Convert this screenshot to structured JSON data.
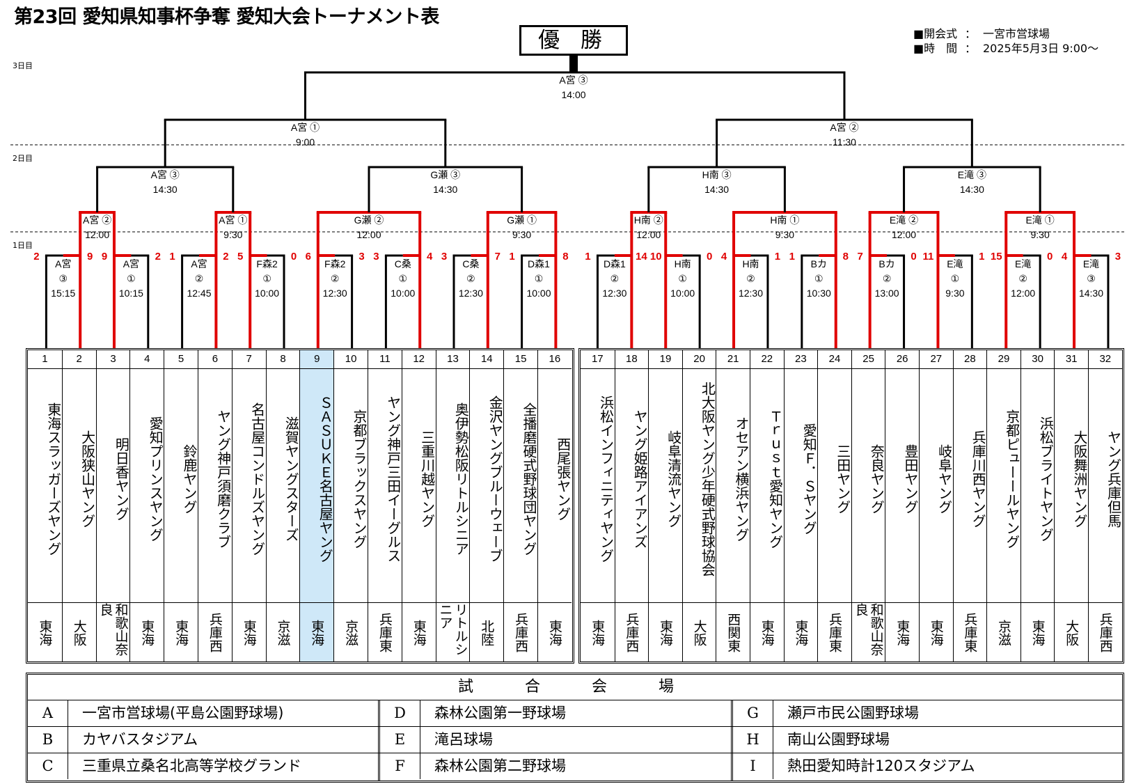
{
  "title": "第23回 愛知県知事杯争奪 愛知大会トーナメント表",
  "champion_label": "優 勝",
  "info": [
    {
      "key": "■開会式",
      "colon": "：",
      "value": "一宮市営球場"
    },
    {
      "key": "■時　間",
      "colon": "：",
      "value": "2025年5月3日 9:00～"
    }
  ],
  "days": {
    "day3": "3日目",
    "day2": "2日目",
    "day1": "1日目"
  },
  "final": {
    "venue": "A宮 ③",
    "time": "14:00"
  },
  "semis": [
    {
      "venue": "A宮 ①",
      "time": "9:00"
    },
    {
      "venue": "A宮 ②",
      "time": "11:30"
    }
  ],
  "quarters": [
    {
      "venue": "A宮 ③",
      "time": "14:30"
    },
    {
      "venue": "G瀬 ③",
      "time": "14:30"
    },
    {
      "venue": "H南 ③",
      "time": "14:30"
    },
    {
      "venue": "E滝 ③",
      "time": "14:30"
    }
  ],
  "round16": [
    {
      "venue": "A宮 ②",
      "time": "12:00"
    },
    {
      "venue": "A宮 ①",
      "time": "9:30"
    },
    {
      "venue": "G瀬 ②",
      "time": "12:00"
    },
    {
      "venue": "G瀬 ①",
      "time": "9:30"
    },
    {
      "venue": "H南 ②",
      "time": "12:00"
    },
    {
      "venue": "H南 ①",
      "time": "9:30"
    },
    {
      "venue": "E滝 ②",
      "time": "12:00"
    },
    {
      "venue": "E滝 ①",
      "time": "9:30"
    }
  ],
  "round1": [
    {
      "venue": "A宮",
      "court": "③",
      "time": "15:15",
      "score_left": "2",
      "score_right": "9",
      "winner": "right"
    },
    {
      "venue": "A宮",
      "court": "①",
      "time": "10:15",
      "score_left": "9",
      "score_right": "2",
      "winner": "left"
    },
    {
      "venue": "A宮",
      "court": "②",
      "time": "12:45",
      "score_left": "1",
      "score_right": "2",
      "winner": "right"
    },
    {
      "venue": "F森2",
      "court": "①",
      "time": "10:00",
      "score_left": "5",
      "score_right": "0",
      "winner": "left"
    },
    {
      "venue": "F森2",
      "court": "②",
      "time": "12:30",
      "score_left": "6",
      "score_right": "3",
      "winner": "left"
    },
    {
      "venue": "C桑",
      "court": "①",
      "time": "10:00",
      "score_left": "3",
      "score_right": "4",
      "winner": "right"
    },
    {
      "venue": "C桑",
      "court": "②",
      "time": "12:30",
      "score_left": "3",
      "score_right": "7",
      "winner": "right"
    },
    {
      "venue": "D森1",
      "court": "①",
      "time": "10:00",
      "score_left": "1",
      "score_right": "8",
      "winner": "right"
    },
    {
      "venue": "D森1",
      "court": "②",
      "time": "12:30",
      "score_left": "1",
      "score_right": "14",
      "winner": "right"
    },
    {
      "venue": "H南",
      "court": "①",
      "time": "10:00",
      "score_left": "10",
      "score_right": "0",
      "winner": "left"
    },
    {
      "venue": "H南",
      "court": "②",
      "time": "12:30",
      "score_left": "4",
      "score_right": "1",
      "winner": "left"
    },
    {
      "venue": "Bカ",
      "court": "①",
      "time": "10:30",
      "score_left": "1",
      "score_right": "8",
      "winner": "right"
    },
    {
      "venue": "Bカ",
      "court": "②",
      "time": "13:00",
      "score_left": "7",
      "score_right": "0",
      "winner": "left"
    },
    {
      "venue": "E滝",
      "court": "①",
      "time": "9:30",
      "score_left": "11",
      "score_right": "1",
      "winner": "left"
    },
    {
      "venue": "E滝",
      "court": "②",
      "time": "12:00",
      "score_left": "15",
      "score_right": "0",
      "winner": "left"
    },
    {
      "venue": "E滝",
      "court": "③",
      "time": "14:30",
      "score_left": "4",
      "score_right": "3",
      "winner": "left"
    }
  ],
  "round16_winners": [
    "right",
    "left",
    "left",
    "right",
    "left",
    "left",
    "left",
    "left"
  ],
  "teams": [
    {
      "no": "1",
      "name": "東海スラッガーズヤング",
      "region": "東海"
    },
    {
      "no": "2",
      "name": "大阪狭山ヤング",
      "region": "大阪"
    },
    {
      "no": "3",
      "name": "明日香ヤング",
      "region": "和歌山奈良"
    },
    {
      "no": "4",
      "name": "愛知プリンスヤング",
      "region": "東海"
    },
    {
      "no": "5",
      "name": "鈴鹿ヤング",
      "region": "東海"
    },
    {
      "no": "6",
      "name": "ヤング神戸須磨クラブ",
      "region": "兵庫西"
    },
    {
      "no": "7",
      "name": "名古屋コンドルズヤング",
      "region": "東海"
    },
    {
      "no": "8",
      "name": "滋賀ヤングスターズ",
      "region": "京滋"
    },
    {
      "no": "9",
      "name": "ＳＡＳＵＫＥ名古屋ヤング",
      "region": "東海",
      "highlight": true
    },
    {
      "no": "10",
      "name": "京都ブラックスヤング",
      "region": "京滋"
    },
    {
      "no": "11",
      "name": "ヤング神戸三田イーグルス",
      "region": "兵庫東"
    },
    {
      "no": "12",
      "name": "三重川越ヤング",
      "region": "東海"
    },
    {
      "no": "13",
      "name": "奥伊勢松阪リトルシニア",
      "region": "リトルシニア"
    },
    {
      "no": "14",
      "name": "金沢ヤングブルーウェーブ",
      "region": "北陸"
    },
    {
      "no": "15",
      "name": "全播磨硬式野球団ヤング",
      "region": "兵庫西"
    },
    {
      "no": "16",
      "name": "西尾張ヤング",
      "region": "東海"
    },
    {
      "no": "17",
      "name": "浜松インフィニティヤング",
      "region": "東海"
    },
    {
      "no": "18",
      "name": "ヤング姫路アイアンズ",
      "region": "兵庫西"
    },
    {
      "no": "19",
      "name": "岐阜清流ヤング",
      "region": "東海"
    },
    {
      "no": "20",
      "name": "北大阪ヤング少年硬式野球協会",
      "region": "大阪"
    },
    {
      "no": "21",
      "name": "オセアン横浜ヤング",
      "region": "西関東"
    },
    {
      "no": "22",
      "name": "Ｔｒｕｓｔ愛知ヤング",
      "region": "東海"
    },
    {
      "no": "23",
      "name": "愛知Ｆ．Ｓヤング",
      "region": "東海"
    },
    {
      "no": "24",
      "name": "三田ヤング",
      "region": "兵庫東"
    },
    {
      "no": "25",
      "name": "奈良ヤング",
      "region": "和歌山奈良"
    },
    {
      "no": "26",
      "name": "豊田ヤング",
      "region": "東海"
    },
    {
      "no": "27",
      "name": "岐阜ヤング",
      "region": "東海"
    },
    {
      "no": "28",
      "name": "兵庫川西ヤング",
      "region": "兵庫東"
    },
    {
      "no": "29",
      "name": "京都ピューールヤング",
      "region": "京滋"
    },
    {
      "no": "30",
      "name": "浜松ブライトヤング",
      "region": "東海"
    },
    {
      "no": "31",
      "name": "大阪舞洲ヤング",
      "region": "大阪"
    },
    {
      "no": "32",
      "name": "ヤング兵庫但馬",
      "region": "兵庫西"
    }
  ],
  "venues": {
    "title": "試　合　会　場",
    "rows": [
      [
        {
          "letter": "A",
          "name": "一宮市営球場(平島公園野球場)"
        },
        {
          "letter": "D",
          "name": "森林公園第一野球場"
        },
        {
          "letter": "G",
          "name": "瀬戸市民公園野球場"
        }
      ],
      [
        {
          "letter": "B",
          "name": "カヤバスタジアム"
        },
        {
          "letter": "E",
          "name": "滝呂球場"
        },
        {
          "letter": "H",
          "name": "南山公園野球場"
        }
      ],
      [
        {
          "letter": "C",
          "name": "三重県立桑名北高等学校グランド"
        },
        {
          "letter": "F",
          "name": "森林公園第二野球場"
        },
        {
          "letter": "I",
          "name": "熱田愛知時計120スタジアム"
        }
      ]
    ]
  },
  "colors": {
    "win": "#e00000",
    "line": "#000000",
    "highlight": "#cfe8f8"
  }
}
